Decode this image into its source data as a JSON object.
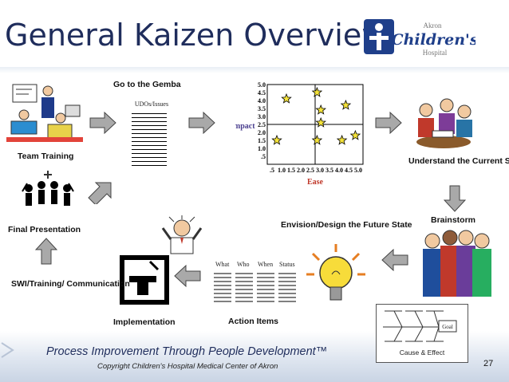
{
  "header": {
    "title": "General Kaizen Overview",
    "logo_line1": "Akron",
    "logo_line2": "Children's",
    "logo_line3": "Hospital"
  },
  "steps": {
    "go_to_gemba": "Go to the Gemba",
    "team_training": "Team Training",
    "understand_current_state": "Understand the Current State",
    "brainstorm": "Brainstorm",
    "envision_future_state": "Envision/Design the Future State",
    "action_items": "Action Items",
    "implementation": "Implementation",
    "swi_training": "SWI/Training/ Communication",
    "final_presentation": "Final Presentation"
  },
  "udo_checklist": {
    "title": "UDOs/Issues"
  },
  "action_items_table": {
    "headers": [
      "What",
      "Who",
      "When",
      "Status"
    ]
  },
  "cause_effect": {
    "goal": "Goal",
    "label": "Cause & Effect"
  },
  "chart_data": {
    "type": "scatter",
    "xlabel": "Ease",
    "ylabel": "Impact",
    "xlim": [
      0,
      5
    ],
    "ylim": [
      0,
      5
    ],
    "x_ticks": [
      ".5",
      "1.0",
      "1.5",
      "2.0",
      "2.5",
      "3.0",
      "3.5",
      "4.0",
      "4.5",
      "5.0"
    ],
    "y_ticks": [
      ".5",
      "1.0",
      "1.5",
      "2.0",
      "2.5",
      "3.0",
      "3.5",
      "4.0",
      "4.5",
      "5.0"
    ],
    "quadrant_divider": {
      "x": 2.5,
      "y": 2.5
    },
    "marker": "star",
    "marker_color": "#f5e33a",
    "points": [
      {
        "x": 1.0,
        "y": 4.1
      },
      {
        "x": 2.6,
        "y": 4.5
      },
      {
        "x": 4.1,
        "y": 3.7
      },
      {
        "x": 2.8,
        "y": 3.4
      },
      {
        "x": 2.8,
        "y": 2.6
      },
      {
        "x": 4.6,
        "y": 1.8
      },
      {
        "x": 0.5,
        "y": 1.5
      },
      {
        "x": 2.6,
        "y": 1.5
      },
      {
        "x": 3.9,
        "y": 1.5
      }
    ]
  },
  "footer": {
    "tagline": "Process Improvement Through People Development™",
    "copyright": "Copyright Children's Hospital Medical Center of Akron",
    "page_number": "27"
  }
}
